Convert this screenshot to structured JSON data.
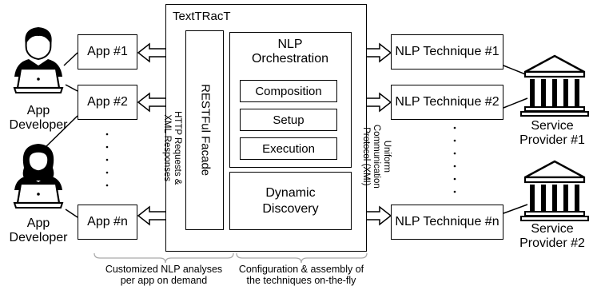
{
  "system_title": "TextTRacT",
  "facade": "RESTFul Facade",
  "http_label": [
    "HTTP Requests &",
    "XML Responses"
  ],
  "protocol_label": [
    "Uniform",
    "Communication",
    "Protocol (XMI)"
  ],
  "orchestration": {
    "title": [
      "NLP",
      "Orchestration"
    ],
    "items": [
      "Composition",
      "Setup",
      "Execution"
    ]
  },
  "discovery": [
    "Dynamic",
    "Discovery"
  ],
  "apps": [
    "App #1",
    "App #2",
    "App #n"
  ],
  "techniques": [
    "NLP Technique #1",
    "NLP Technique #2",
    "NLP Technique #n"
  ],
  "developers": [
    {
      "line1": "App",
      "line2": "Developer"
    },
    {
      "line1": "App",
      "line2": "Developer"
    }
  ],
  "providers": [
    {
      "line1": "Service",
      "line2": "Provider #1"
    },
    {
      "line1": "Service",
      "line2": "Provider #2"
    }
  ],
  "captions": {
    "left": [
      "Customized NLP analyses",
      "per app on demand"
    ],
    "right": [
      "Configuration & assembly of",
      "the techniques on-the-fly"
    ]
  },
  "icons": [
    "developer-male-icon",
    "developer-female-icon",
    "bank-building-icon"
  ]
}
